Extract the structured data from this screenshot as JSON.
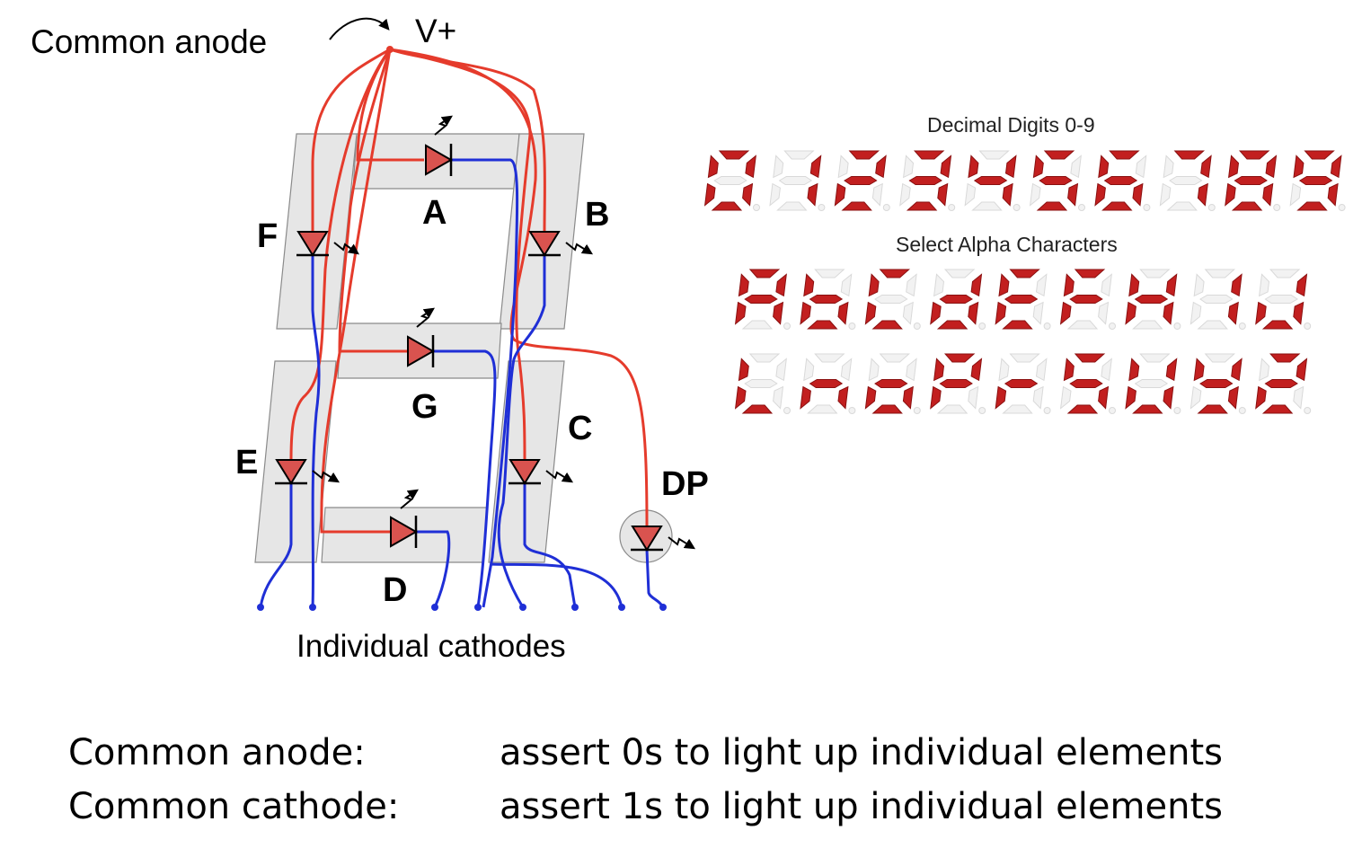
{
  "labels": {
    "common_anode": "Common anode",
    "vplus": "V+",
    "individual_cathodes": "Individual cathodes"
  },
  "segments": [
    {
      "name": "A",
      "label": "A"
    },
    {
      "name": "B",
      "label": "B"
    },
    {
      "name": "C",
      "label": "C"
    },
    {
      "name": "D",
      "label": "D"
    },
    {
      "name": "E",
      "label": "E"
    },
    {
      "name": "F",
      "label": "F"
    },
    {
      "name": "G",
      "label": "G"
    },
    {
      "name": "DP",
      "label": "DP"
    }
  ],
  "digits_title": "Decimal Digits 0-9",
  "alpha_title": "Select Alpha Characters",
  "digits": [
    "0",
    "1",
    "2",
    "3",
    "4",
    "5",
    "6",
    "7",
    "8",
    "9"
  ],
  "alpha_row1": [
    "A",
    "b",
    "C",
    "d",
    "E",
    "F",
    "H",
    "I",
    "J"
  ],
  "alpha_row2": [
    "L",
    "n",
    "o",
    "P",
    "r",
    "S",
    "U",
    "Y",
    "Z"
  ],
  "notes": [
    {
      "key": "Common anode:",
      "value": "assert 0s to light up individual elements"
    },
    {
      "key": "Common cathode:",
      "value": "assert 1s to light up individual elements"
    }
  ],
  "colors": {
    "anode_wire": "#e53b2c",
    "cathode_wire": "#1f2fd6",
    "led": "#d9534f",
    "segment_on": "#c21f1f",
    "segment_off": "#d9d9d9"
  }
}
